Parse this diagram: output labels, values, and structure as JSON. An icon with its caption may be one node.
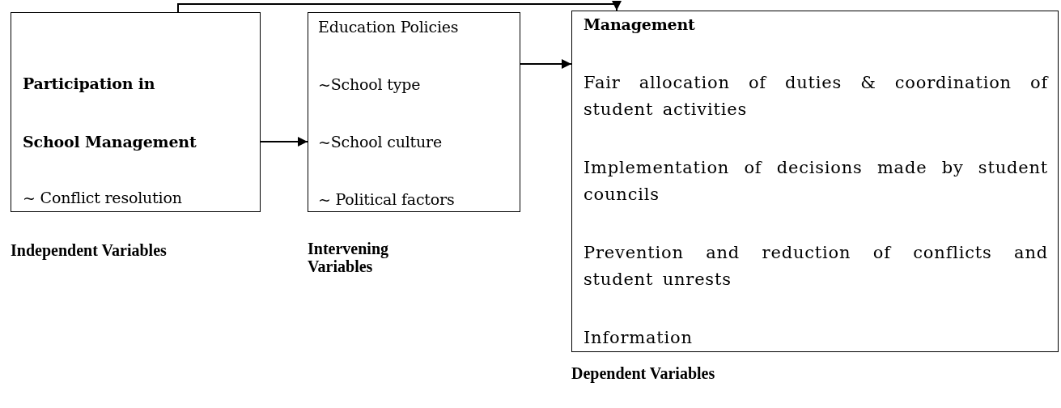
{
  "diagram": {
    "nodes": [
      {
        "text": [
          "Participation in School Management",
          "~ Conflict resolution"
        ],
        "beside": [
          "Independent Variables"
        ]
      },
      {
        "text": [
          "Education Policies",
          "~School type",
          "~School culture",
          "~ Political factors"
        ],
        "beside": [
          "Intervening Variables"
        ]
      },
      {
        "text": [
          "Management",
          "Fair allocation of duties & coordination of student activities",
          "Implementation of decisions made by student councils",
          "Prevention and reduction of conflicts and student unrests",
          "Information"
        ],
        "beside": [
          "Dependent Variables"
        ]
      }
    ],
    "edges": [
      {
        "from": 0,
        "to": 1,
        "arrow": "to"
      },
      {
        "from": 1,
        "to": 2,
        "arrow": "to"
      },
      {
        "from": 0,
        "to": 2,
        "arrow": "to"
      }
    ]
  }
}
